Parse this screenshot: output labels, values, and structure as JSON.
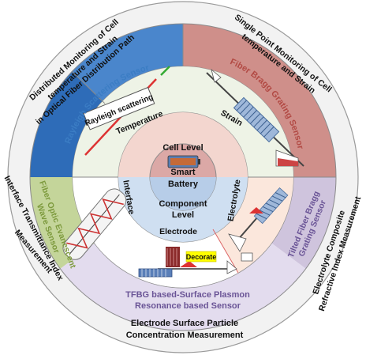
{
  "center": {
    "line1": "Smart",
    "line2": "Battery"
  },
  "levels": {
    "cell": "Cell Level",
    "component_line1": "Component",
    "component_line2": "Level"
  },
  "parameters": {
    "temperature": "Temperature",
    "strain": "Strain",
    "interface": "Interface",
    "electrolyte": "Electrolyte",
    "electrode": "Electrode"
  },
  "sensors": {
    "rayleigh": "Rayleigh Scattering Sensor",
    "fbg": "Fiber Bragg Grating Sensor",
    "evanescent_line1": "Fiber Optic Evanescent",
    "evanescent_line2": "Wave Sensor",
    "tfbg_line1": "Tilted Fiber Bragg",
    "tfbg_line2": "Grating Sensor",
    "spr_line1": "TFBG based-Surface Plasmon",
    "spr_line2": "Resonance based Sensor"
  },
  "measurements": {
    "distributed_line1": "Distributed Monitoring of Cell",
    "distributed_line2": "temperature and Strain",
    "distributed_line3": "in Optical Fiber Distribution Path",
    "single_line1": "Single Point Monitoring of Cell",
    "single_line2": "temperature and Strain",
    "interface_line1": "Interface Transmittance Index",
    "interface_line2": "Measurement",
    "electrolyte_line1": "Electrolyte Composite",
    "electrolyte_line2": "Refractive Index Measurement",
    "electrode_line1": "Electrode Surface Particle",
    "electrode_line2": "Concentration Measurement"
  },
  "illustrations": {
    "rayleigh_box": "Rayleigh scattering",
    "decorate": "Decorate"
  },
  "colors": {
    "rayleigh_blue": "#4a86cc",
    "fbg_red": "#cf8f8a",
    "evanescent_green": "#c4d59a",
    "tfbg_purple": "#cfc4dd",
    "spr_lavender": "#e3dcee",
    "cell_ring": "#ecf2e4",
    "component_ring": "#fbe7dc",
    "hub_pink": "#dba8a6",
    "hub_blue": "#b7cde8",
    "text_blue": "#3b7dc4",
    "text_red": "#b24a44",
    "text_green": "#7d9a3d",
    "text_purple": "#6a5496",
    "decorate_yellow": "#ffff00"
  }
}
